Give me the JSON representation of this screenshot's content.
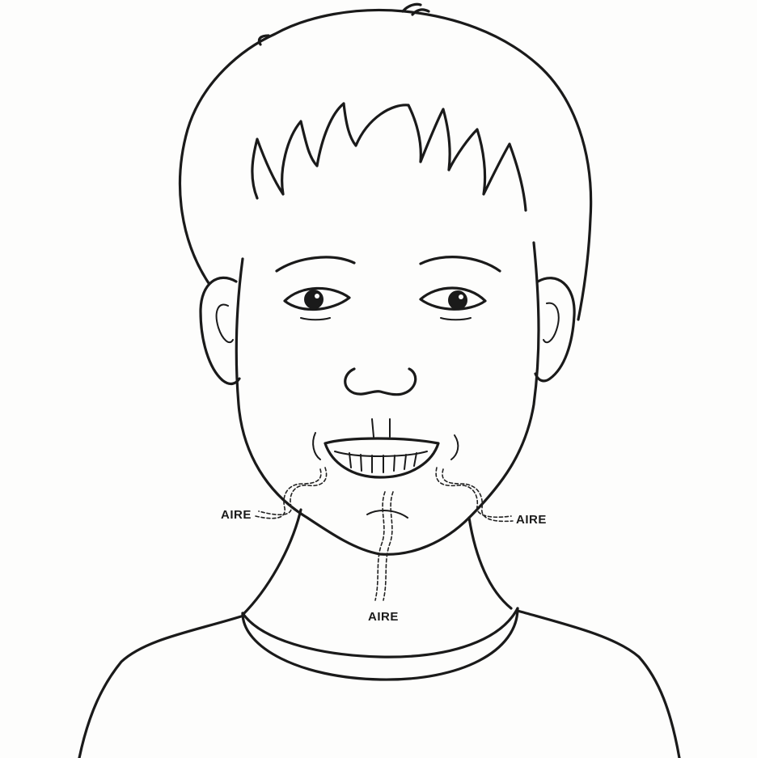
{
  "labels": {
    "left": "AIRE",
    "right": "AIRE",
    "bottom": "AIRE"
  },
  "colors": {
    "line": "#1a1a1a",
    "background": "#fdfdfc"
  }
}
